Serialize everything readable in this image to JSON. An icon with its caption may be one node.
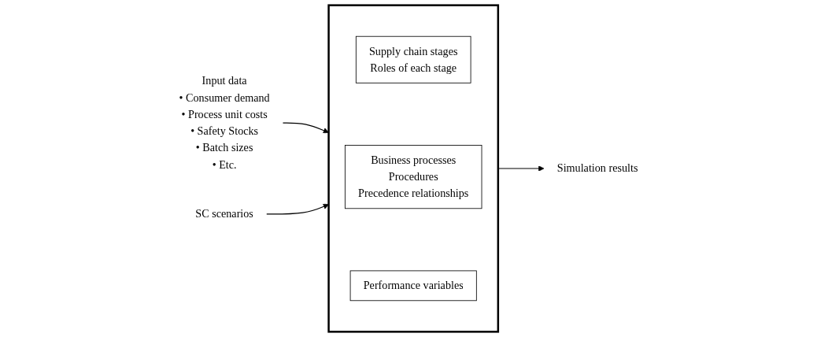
{
  "diagram": {
    "nodes": [
      {
        "text": [
          "Input data",
          "• Consumer demand",
          "• Process unit costs",
          "• Safety Stocks",
          "• Batch sizes",
          "• Etc."
        ]
      },
      {
        "text": [],
        "shape": "box"
      },
      {
        "text": [
          "Supply chain stages",
          "Roles of each stage"
        ],
        "in": 1
      },
      {
        "text": [
          "Business processes",
          "Procedures",
          "Precedence relationships"
        ],
        "in": 1
      },
      {
        "text": [
          "Performance variables"
        ],
        "in": 1
      },
      {
        "text": [
          "SC scenarios"
        ]
      },
      {
        "text": [
          "Simulation results"
        ]
      }
    ],
    "edges": [
      {
        "from": 0,
        "to": 1,
        "arrow": "to"
      },
      {
        "from": 5,
        "to": 1,
        "arrow": "to"
      },
      {
        "from": 1,
        "to": 6,
        "arrow": "to"
      }
    ]
  }
}
